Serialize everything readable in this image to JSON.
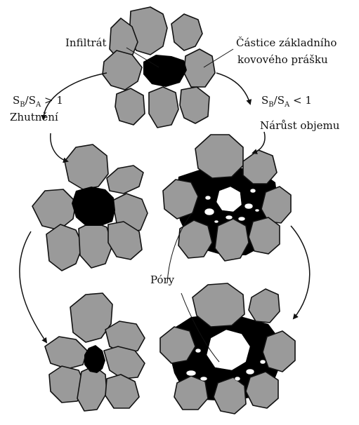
{
  "labels": {
    "infiltrate": "Infiltrát",
    "particles_line1": "Částice základního",
    "particles_line2": "kovového prášku",
    "left_ratio_sb": "S",
    "left_ratio_sb_sub": "B",
    "left_ratio_slash": "/",
    "left_ratio_sa": "S",
    "left_ratio_sa_sub": "A",
    "left_ratio_rest": " > 1",
    "left_caption": "Zhutnění",
    "right_ratio_sb": "S",
    "right_ratio_sb_sub": "B",
    "right_ratio_slash": "/",
    "right_ratio_sa": "S",
    "right_ratio_sa_sub": "A",
    "right_ratio_rest": " < 1",
    "right_caption": "Nárůst objemu",
    "pores": "Póry"
  },
  "colors": {
    "particle_fill": "#9a9a9a",
    "infiltrate_fill": "#000000",
    "pore_fill": "#ffffff",
    "background": "#ffffff"
  }
}
